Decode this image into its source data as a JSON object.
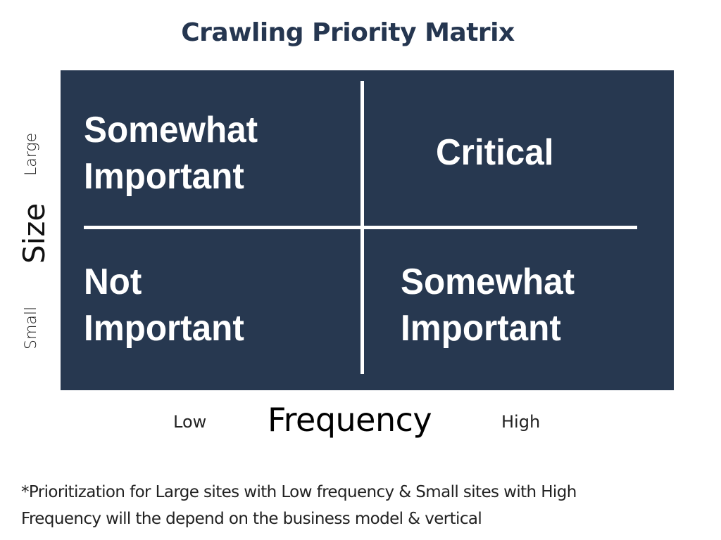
{
  "title": "Crawling Priority Matrix",
  "colors": {
    "panel_background": "#273850",
    "title_color": "#253650",
    "quadrant_text": "#ffffff",
    "divider": "#ffffff"
  },
  "matrix": {
    "y_axis": {
      "label": "Size",
      "top_tick": "Large",
      "bottom_tick": "Small"
    },
    "x_axis": {
      "label": "Frequency",
      "left_tick": "Low",
      "right_tick": "High"
    },
    "quadrants": {
      "top_left": {
        "line1": "Somewhat",
        "line2": "Important",
        "size": "Large",
        "frequency": "Low"
      },
      "top_right": {
        "line1": "Critical",
        "line2": "",
        "size": "Large",
        "frequency": "High"
      },
      "bottom_left": {
        "line1": "Not",
        "line2": "Important",
        "size": "Small",
        "frequency": "Low"
      },
      "bottom_right": {
        "line1": "Somewhat",
        "line2": "Important",
        "size": "Small",
        "frequency": "High"
      }
    }
  },
  "footnote": {
    "line1": "*Prioritization for Large sites with Low frequency & Small sites with High",
    "line2": "Frequency will the depend on the business model & vertical"
  }
}
